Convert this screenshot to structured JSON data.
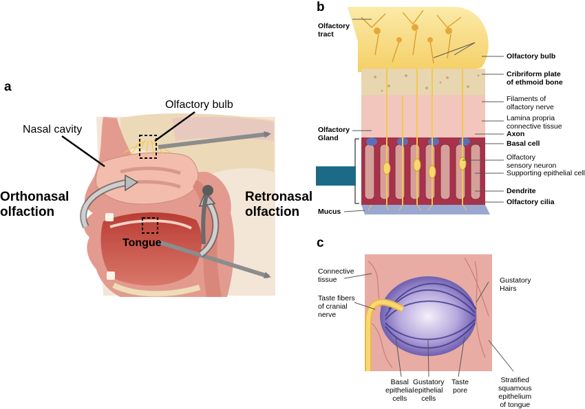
{
  "panels": {
    "a": "a",
    "b": "b",
    "c": "c"
  },
  "panel_a": {
    "nasal_cavity": "Nasal cavity",
    "olfactory_bulb": "Olfactory bulb",
    "orthonasal": "Orthonasal\nolfaction",
    "retronasal": "Retronasal\nolfaction",
    "tongue": "Tongue"
  },
  "panel_b": {
    "olfactory_tract": "Olfactory\ntract",
    "olfactory_bulb": "Olfactory bulb",
    "cribriform_plate": "Cribriform plate\nof ethmoid bone",
    "filaments": "Filaments of\nolfactory nerve",
    "lamina_propria": "Lamina propria\nconnective tissue",
    "olfactory_gland": "Olfactory\nGland",
    "axon": "Axon",
    "basal_cell": "Basal cell",
    "sensory_neuron": "Olfactory\nsensory neuron",
    "supporting_cell": "Supporting epithelial cell",
    "dendrite": "Dendrite",
    "olfactory_cilia": "Olfactory cilia",
    "mucus": "Mucus"
  },
  "panel_c": {
    "connective_tissue": "Connective\ntissue",
    "taste_fibers": "Taste fibers\nof cranial\nnerve",
    "gustatory_hairs": "Gustatory\nHairs",
    "basal_cells": "Basal\nepithelial\ncells",
    "gustatory_cells": "Gustatory\nepithelial\ncells",
    "taste_pore": "Taste\npore",
    "stratified": "Stratified\nsquamous\nepithelium\nof tongue"
  },
  "colors": {
    "tissue_pink": "#e9a49a",
    "nasal_cavity": "#f0b8a8",
    "mouth_red": "#c8443a",
    "bone_cream": "#f1e2c4",
    "bulb_yellow": "#f8dc86",
    "nerve_yellow": "#f2c94c",
    "epithelium_purple": "#9a8cc8",
    "arrow_gray": "#8c8c8c",
    "teal_box": "#1b6b86"
  }
}
